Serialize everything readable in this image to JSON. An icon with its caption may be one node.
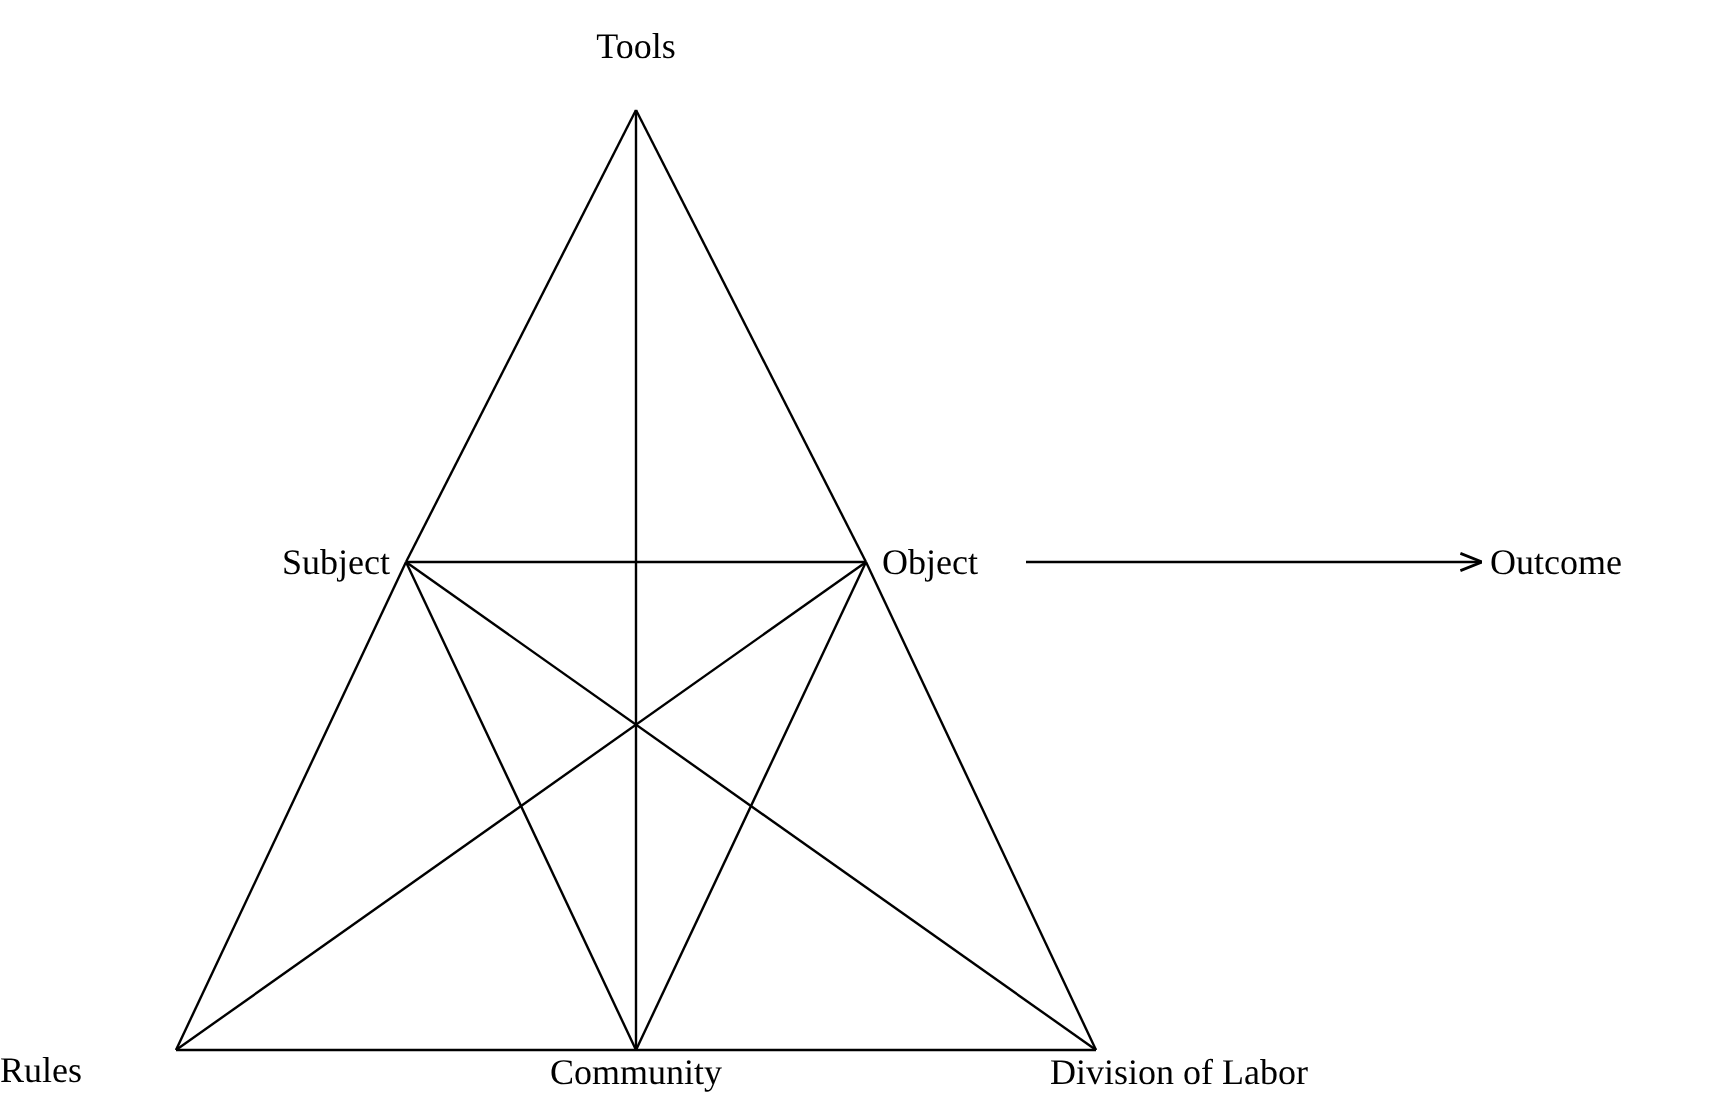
{
  "diagram": {
    "nodes": [
      {
        "text": [
          "Tools"
        ]
      },
      {
        "text": [
          "Subject"
        ]
      },
      {
        "text": [
          "Object"
        ]
      },
      {
        "text": [
          "Outcome"
        ]
      },
      {
        "text": [
          "Rules"
        ]
      },
      {
        "text": [
          "Community"
        ]
      },
      {
        "text": [
          "Division of Labor"
        ]
      }
    ],
    "edges": [
      {
        "from": 0,
        "to": 1,
        "arrow": "none"
      },
      {
        "from": 0,
        "to": 2,
        "arrow": "none"
      },
      {
        "from": 0,
        "to": 5,
        "arrow": "none"
      },
      {
        "from": 1,
        "to": 2,
        "arrow": "none"
      },
      {
        "from": 1,
        "to": 4,
        "arrow": "none"
      },
      {
        "from": 2,
        "to": 6,
        "arrow": "none"
      },
      {
        "from": 4,
        "to": 5,
        "arrow": "none"
      },
      {
        "from": 5,
        "to": 6,
        "arrow": "none"
      },
      {
        "from": 1,
        "to": 5,
        "arrow": "none"
      },
      {
        "from": 2,
        "to": 5,
        "arrow": "none"
      },
      {
        "from": 4,
        "to": 2,
        "arrow": "none"
      },
      {
        "from": 1,
        "to": 6,
        "arrow": "none"
      },
      {
        "from": 2,
        "to": 3,
        "arrow": "to"
      }
    ]
  }
}
